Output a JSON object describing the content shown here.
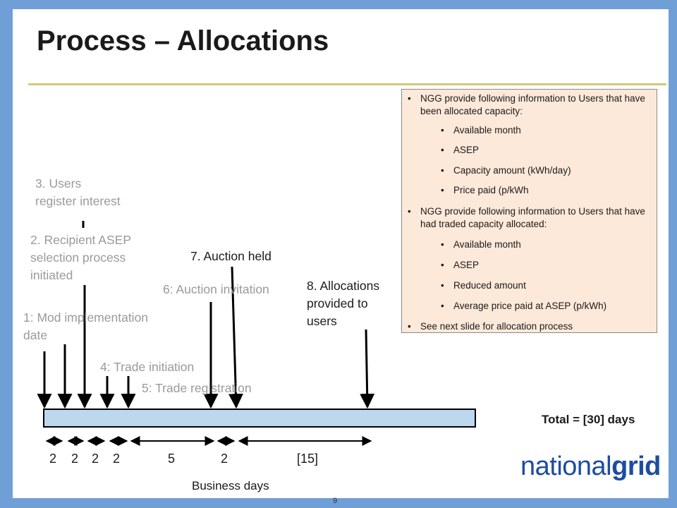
{
  "title": "Process – Allocations",
  "steps": {
    "s1": [
      "1: Mod implementation",
      "date"
    ],
    "s2": [
      "2. Recipient ASEP",
      "selection process",
      "initiated"
    ],
    "s3": [
      "3. Users",
      "register interest"
    ],
    "s4": "4: Trade initiation",
    "s5": "5: Trade registration",
    "s6": "6: Auction invitation",
    "s7": "7. Auction held",
    "s8": [
      "8. Allocations",
      "provided to",
      "users"
    ]
  },
  "info_box": {
    "intro1": "NGG provide following information to Users that have been allocated capacity:",
    "items1": [
      "Available month",
      "ASEP",
      "Capacity amount (kWh/day)",
      "Price paid (p/kWh"
    ],
    "intro2": "NGG provide following information to Users that have had traded capacity allocated:",
    "items2": [
      "Available month",
      "ASEP",
      "Reduced amount",
      "Average price paid at ASEP (p/kWh)"
    ],
    "footer": "See next slide for allocation process"
  },
  "total": "Total = [30] days",
  "durations": [
    "2",
    "2",
    "2",
    "2",
    "5",
    "2",
    "[15]"
  ],
  "business_days": "Business days",
  "page_number": "9",
  "logo": {
    "part1": "national",
    "part2": "grid"
  },
  "colors": {
    "frame": "#6f9fd6",
    "timeline_bar": "#bdd7ee",
    "info_box": "#fde9d9",
    "logo": "#1e4da0",
    "muted_text": "#9a9a9a"
  }
}
